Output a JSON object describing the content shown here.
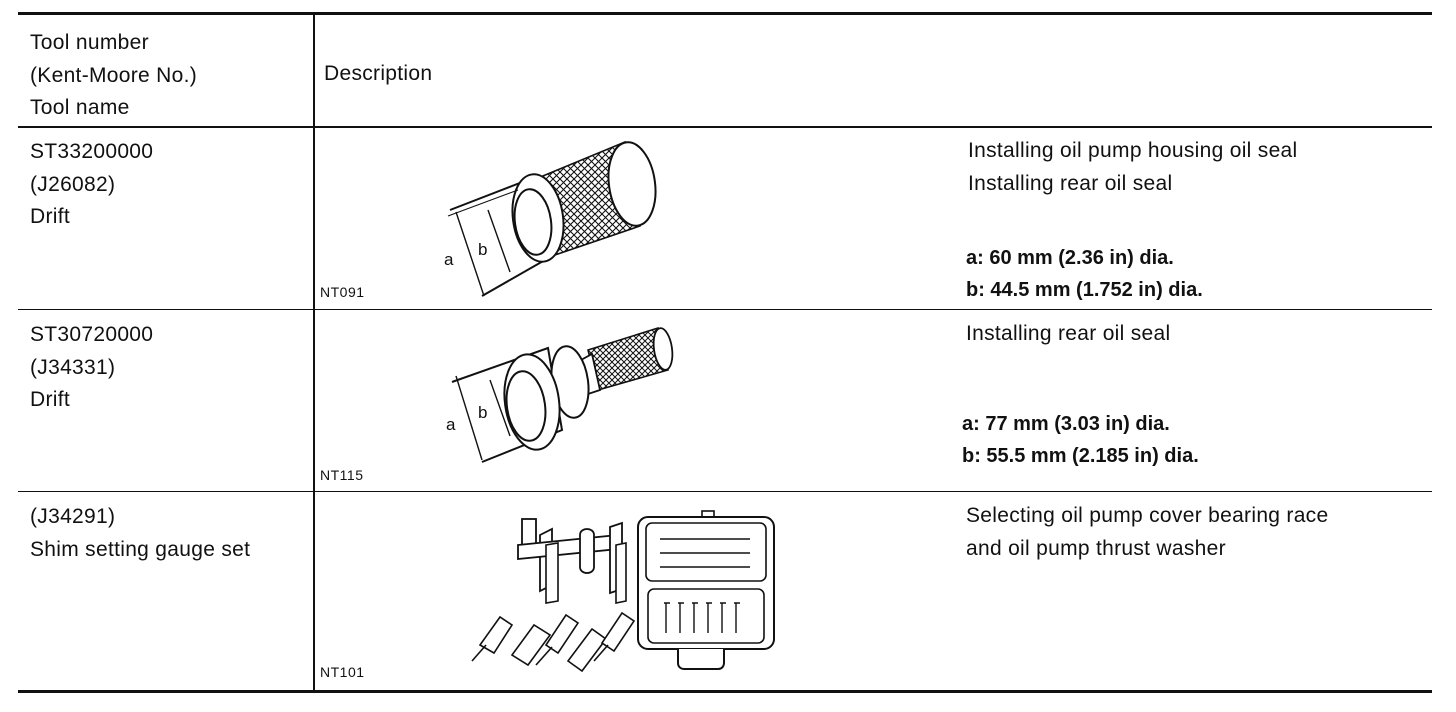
{
  "header": {
    "tool_col": "Tool number\n(Kent-Moore No.)\nTool name",
    "desc_col": "Description"
  },
  "rows": [
    {
      "tool": "ST33200000\n(J26082)\nDrift",
      "figure_code": "NT091",
      "dim_a_label": "a",
      "dim_b_label": "b",
      "usage": "Installing oil pump housing oil seal\nInstalling rear oil seal",
      "specs": "a: 60 mm (2.36 in) dia.\nb: 44.5 mm (1.752 in) dia."
    },
    {
      "tool": "ST30720000\n(J34331)\nDrift",
      "figure_code": "NT115",
      "dim_a_label": "a",
      "dim_b_label": "b",
      "usage": "Installing rear oil seal",
      "specs": "a: 77 mm (3.03 in) dia.\nb: 55.5 mm (2.185 in) dia."
    },
    {
      "tool": "(J34291)\nShim setting gauge set",
      "figure_code": "NT101",
      "usage": "Selecting oil pump cover bearing race\nand oil pump thrust washer"
    }
  ]
}
